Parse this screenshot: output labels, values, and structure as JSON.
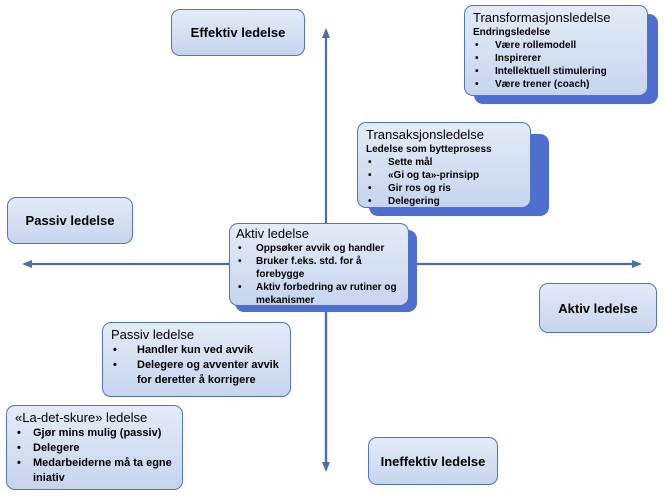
{
  "axes": {
    "top": "Effektiv ledelse",
    "bottom": "Ineffektiv ledelse",
    "left": "Passiv  ledelse",
    "right": "Aktiv ledelse"
  },
  "transformasjon": {
    "title": "Transformasjonsledelse",
    "subtitle": "Endringsledelse",
    "items": [
      "Være rollemodell",
      "Inspirerer",
      "Intellektuell stimulering",
      "Være trener (coach)"
    ]
  },
  "transaksjon": {
    "title": "Transaksjonsledelse",
    "subtitle": "Ledelse som bytteprosess",
    "items": [
      "Sette mål",
      "«Gi og ta»-prinsipp",
      "Gir ros og ris",
      "Delegering"
    ]
  },
  "aktiv": {
    "title": "Aktiv ledelse",
    "items": [
      "Oppsøker avvik og handler",
      "Bruker f.eks. std. for å forebygge",
      "Aktiv forbedring av rutiner og mekanismer"
    ]
  },
  "passiv": {
    "title": "Passiv  ledelse",
    "items": [
      "Handler kun ved avvik",
      "Delegere og avventer avvik for deretter å korrigere"
    ]
  },
  "ladetskure": {
    "title": "«La-det-skure»  ledelse",
    "items": [
      "Gjør mins mulig (passiv)",
      "Delegere",
      "Medarbeiderne må ta egne iniativ"
    ]
  },
  "colors": {
    "arrow": "#4a6ea5",
    "border": "#4f76b8",
    "shadow": "#4e6fd0"
  }
}
